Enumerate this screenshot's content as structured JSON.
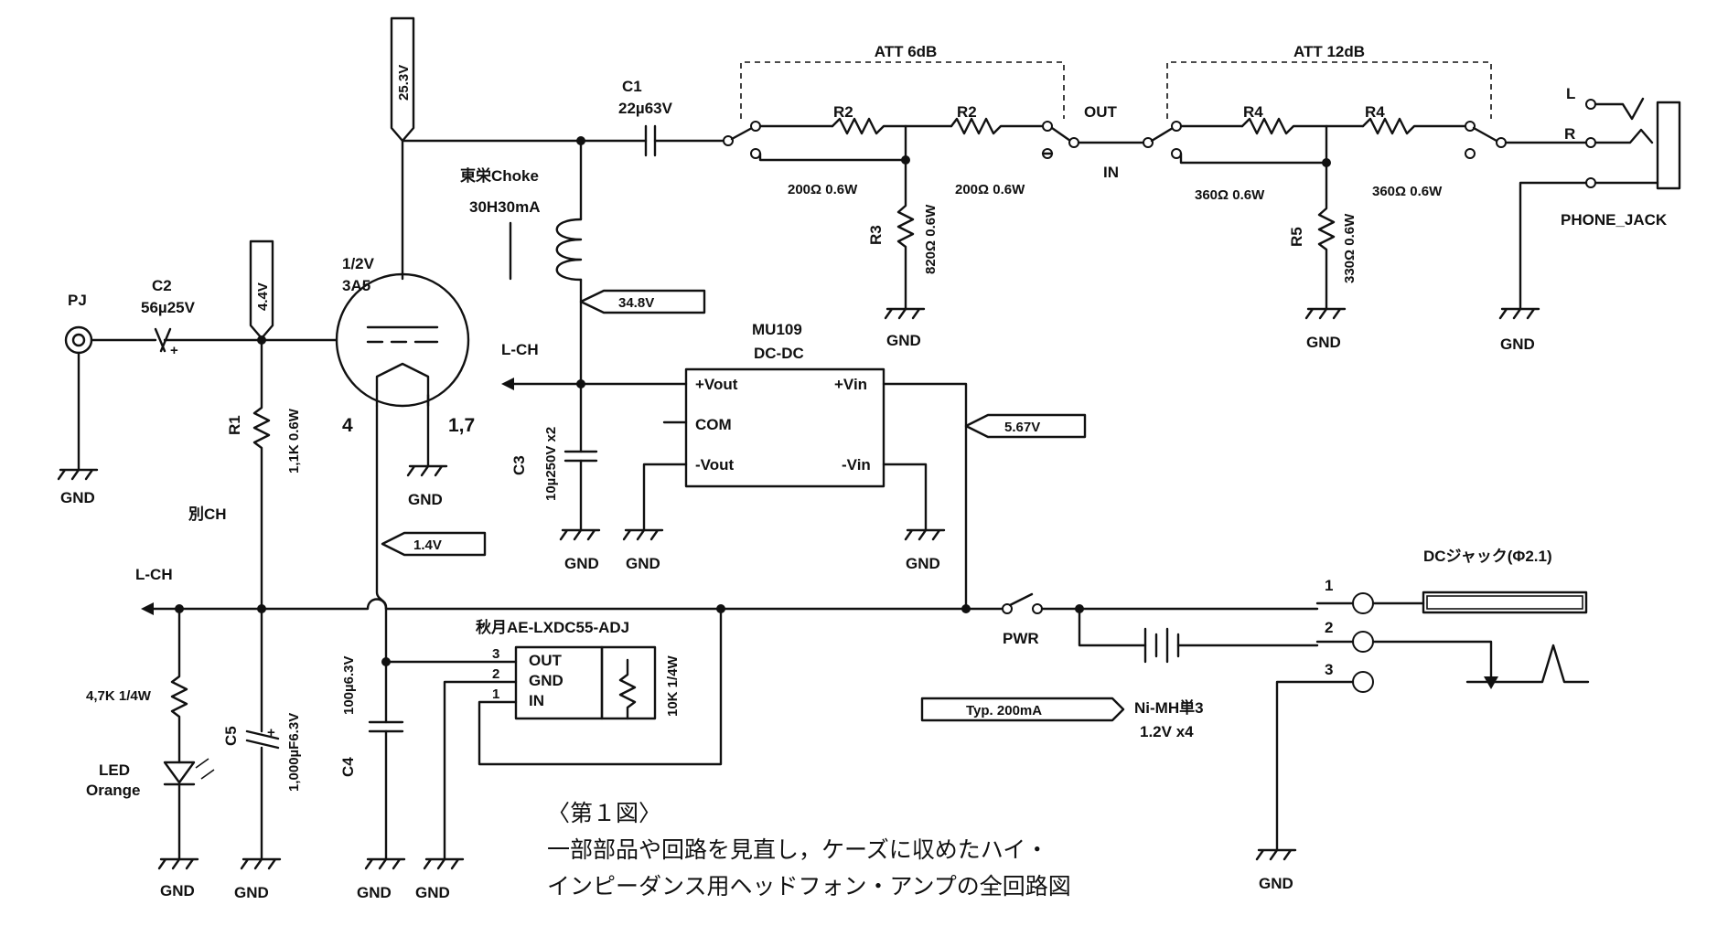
{
  "labels": {
    "att6": "ATT 6dB",
    "att12": "ATT 12dB",
    "c1_name": "C1",
    "c1_val": "22µ63V",
    "c2_name": "C2",
    "c2_val": "56µ25V",
    "c3_name": "C3",
    "c3_val": "10µ250V x2",
    "c4_name": "C4",
    "c4_val": "100µ6.3V",
    "c5_name": "C5",
    "c5_val": "1,000µF6.3V",
    "r1_name": "R1",
    "r1_val": "1,1K 0.6W",
    "r2_name": "R2",
    "r2_val": "200Ω 0.6W",
    "r3_name": "R3",
    "r3_val": "820Ω 0.6W",
    "r4_name": "R4",
    "r4_val": "360Ω 0.6W",
    "r5_name": "R5",
    "r5_val": "330Ω 0.6W",
    "r10k": "10K 1/4W",
    "r47k": "4,7K 1/4W",
    "choke_name": "東栄Choke",
    "choke_val": "30H30mA",
    "tube_half": "1/2V",
    "tube_type": "3A5",
    "pin4": "4",
    "pin17": "1,7",
    "pj": "PJ",
    "lch": "L-CH",
    "betsu_ch": "別CH",
    "led_1": "LED",
    "led_2": "Orange",
    "mu_1": "MU109",
    "mu_2": "DC-DC",
    "pvout": "+Vout",
    "com": "COM",
    "mvout": "-Vout",
    "pvin": "+Vin",
    "mvin": "-Vin",
    "reg_name": "秋月AE-LXDC55-ADJ",
    "reg_out": "OUT",
    "reg_gnd": "GND",
    "reg_in": "IN",
    "pin3": "3",
    "pin2": "2",
    "pin1": "1",
    "v25": "25.3V",
    "v44": "4.4V",
    "v348": "34.8V",
    "v567": "5.67V",
    "v14": "1.4V",
    "out": "OUT",
    "in": "IN",
    "jack_l": "L",
    "jack_r": "R",
    "phone_jack": "PHONE_JACK",
    "pwr": "PWR",
    "dc_jack": "DCジャック(Φ2.1)",
    "dc1": "1",
    "dc2": "2",
    "dc3": "3",
    "typ": "Typ. 200mA",
    "nimh": "Ni-MH単3",
    "nimh_v": "1.2V x4",
    "gnd": "GND"
  },
  "caption": {
    "fig": "〈第１図〉",
    "line1": "一部部品や回路を見直し，ケーズに収めたハイ・",
    "line2": "インピーダンス用ヘッドフォン・アンプの全回路図"
  },
  "colors": {
    "ink": "#111111",
    "paper": "#ffffff"
  }
}
